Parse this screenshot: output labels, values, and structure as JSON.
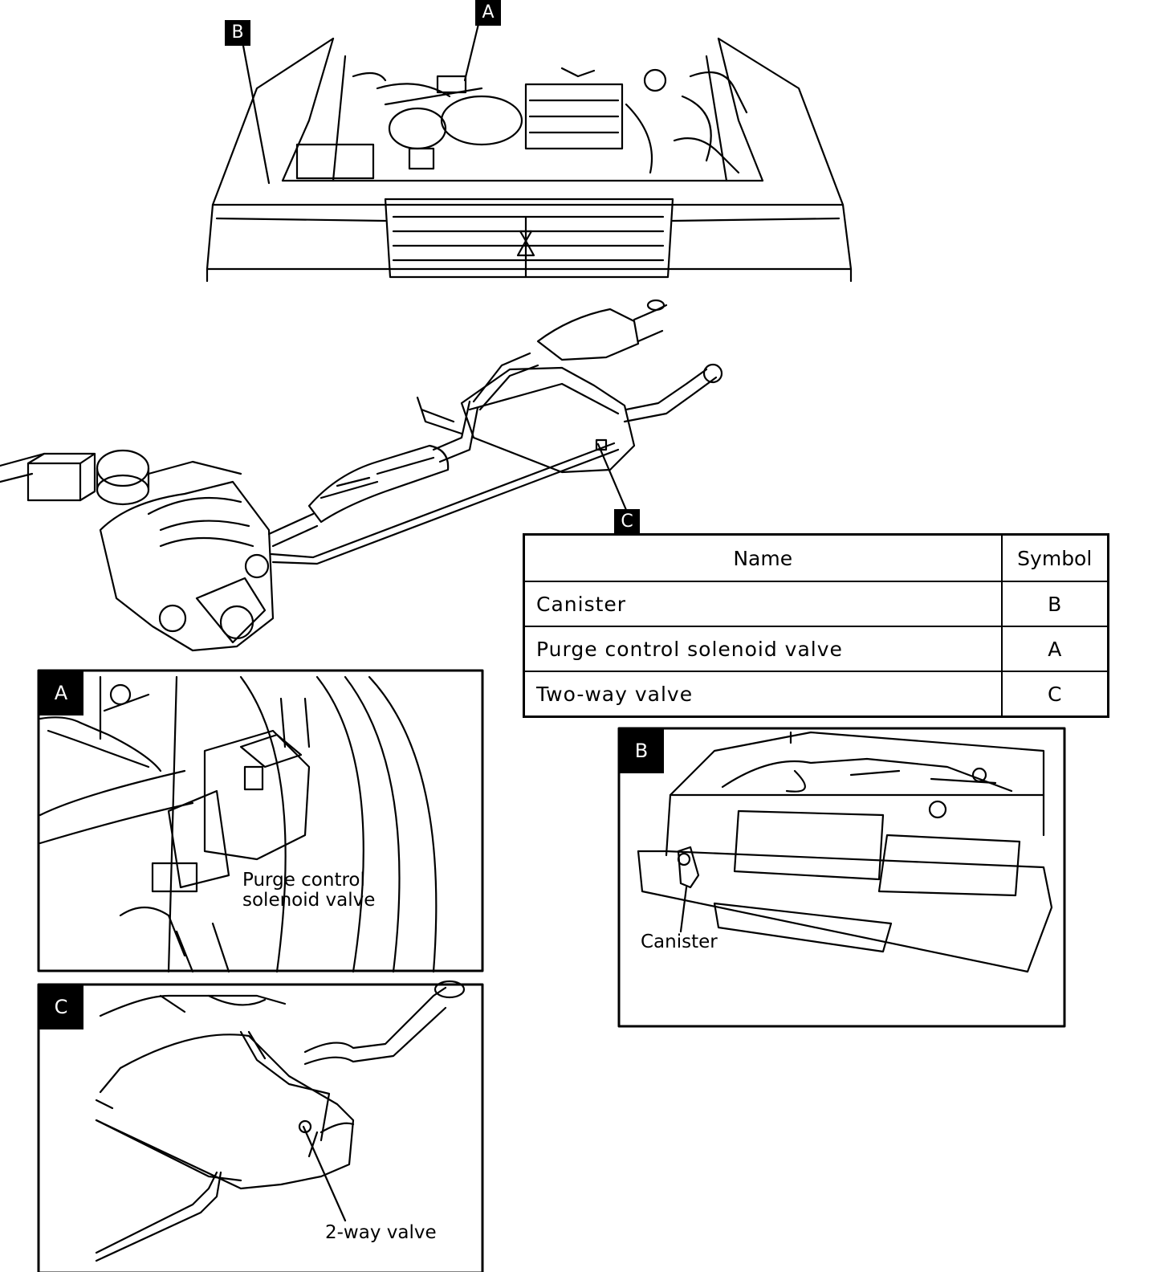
{
  "callouts": {
    "a": "A",
    "b": "B",
    "c": "C"
  },
  "insets": {
    "a": {
      "tag": "A",
      "label_line1": "Purge control",
      "label_line2": "solenoid valve"
    },
    "b": {
      "tag": "B",
      "label": "Canister"
    },
    "c": {
      "tag": "C",
      "label": "2-way valve"
    }
  },
  "table": {
    "headers": [
      "Name",
      "Symbol"
    ],
    "rows": [
      {
        "name": "Canister",
        "symbol": "B"
      },
      {
        "name": "Purge control solenoid valve",
        "symbol": "A"
      },
      {
        "name": "Two-way valve",
        "symbol": "C"
      }
    ]
  }
}
